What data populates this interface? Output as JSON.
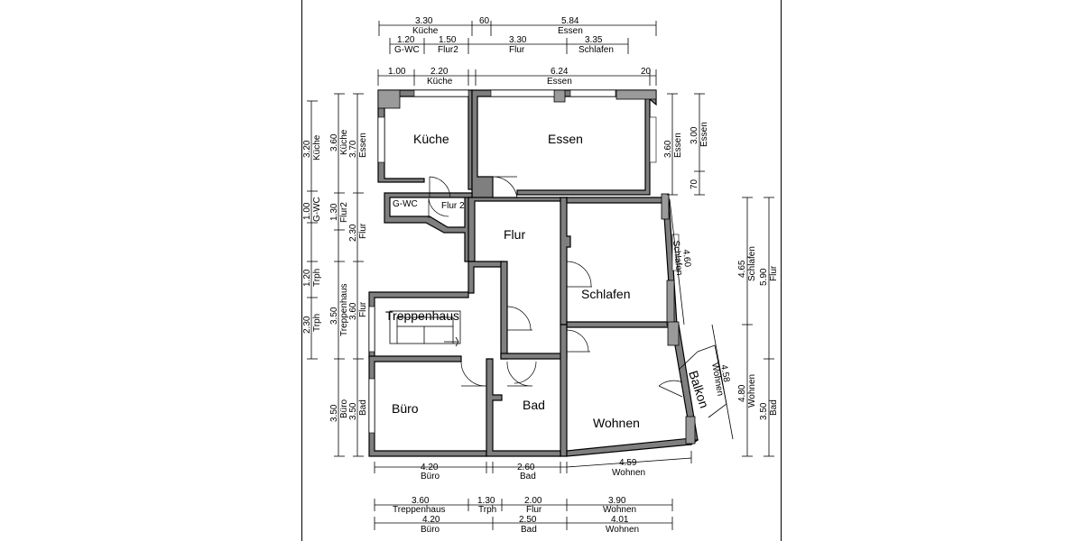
{
  "rooms": {
    "kueche": "Küche",
    "essen": "Essen",
    "gwc": "G-WC",
    "flur2": "Flur 2",
    "flur": "Flur",
    "schlafen": "Schlafen",
    "treppenhaus": "Treppenhaus",
    "buero": "Büro",
    "bad": "Bad",
    "wohnen": "Wohnen",
    "balkon": "Balkon"
  },
  "dims_top": {
    "r1": [
      {
        "v": "3.30",
        "l": "Küche"
      },
      {
        "v": "60",
        "l": ""
      },
      {
        "v": "5.84",
        "l": "Essen"
      }
    ],
    "r2": [
      {
        "v": "1.20",
        "l": "G-WC"
      },
      {
        "v": "1.50",
        "l": "Flur2"
      },
      {
        "v": "3.30",
        "l": "Flur"
      },
      {
        "v": "3.35",
        "l": "Schlafen"
      }
    ],
    "r3": [
      {
        "v": "1.00",
        "l": ""
      },
      {
        "v": "2.20",
        "l": "Küche"
      },
      {
        "v": "6.24",
        "l": "Essen"
      },
      {
        "v": "20",
        "l": ""
      }
    ]
  },
  "dims_left": {
    "c1": [
      {
        "v": "3.20",
        "l": "Küche"
      },
      {
        "v": "1.00",
        "l": "G-WC"
      },
      {
        "v": "1.20",
        "l": "Trph"
      },
      {
        "v": "2.30",
        "l": "Trph"
      },
      {
        "v": "3.50",
        "l": "Büro"
      }
    ],
    "c2": [
      {
        "v": "3.60",
        "l": "Küche"
      },
      {
        "v": "1.30",
        "l": "Flur2"
      },
      {
        "v": "3.50",
        "l": "Treppenhaus"
      },
      {
        "v": "3.50",
        "l": "Bad"
      }
    ],
    "c3": [
      {
        "v": "3.70",
        "l": "Essen"
      },
      {
        "v": "2.30",
        "l": "Flur"
      },
      {
        "v": "3.60",
        "l": "Flur"
      }
    ]
  },
  "dims_right": {
    "essen_inner": {
      "v": "3.60",
      "l": "Essen"
    },
    "essen_outer": {
      "v": "3.00",
      "l": "Essen"
    },
    "seventy": {
      "v": "70",
      "l": ""
    },
    "schlafen_diag": {
      "v": "4.60",
      "l": "Schlafen"
    },
    "wohnen_diag": {
      "v": "4.58",
      "l": "Wohnen"
    },
    "schlafen": {
      "v": "4.65",
      "l": "Schlafen"
    },
    "wohnen": {
      "v": "4.80",
      "l": "Wohnen"
    },
    "flur": {
      "v": "5.90",
      "l": "Flur"
    },
    "bad": {
      "v": "3.50",
      "l": "Bad"
    }
  },
  "dims_bottom": {
    "inner": [
      {
        "v": "4.20",
        "l": "Büro"
      },
      {
        "v": "2.60",
        "l": "Bad"
      },
      {
        "v": "4.59",
        "l": "Wohnen"
      }
    ],
    "r1": [
      {
        "v": "3.60",
        "l": "Treppenhaus"
      },
      {
        "v": "1.30",
        "l": "Trph"
      },
      {
        "v": "2.00",
        "l": "Flur"
      },
      {
        "v": "3.90",
        "l": "Wohnen"
      }
    ],
    "r2": [
      {
        "v": "4.20",
        "l": "Büro"
      },
      {
        "v": "2.50",
        "l": "Bad"
      },
      {
        "v": "4.01",
        "l": "Wohnen"
      }
    ]
  }
}
